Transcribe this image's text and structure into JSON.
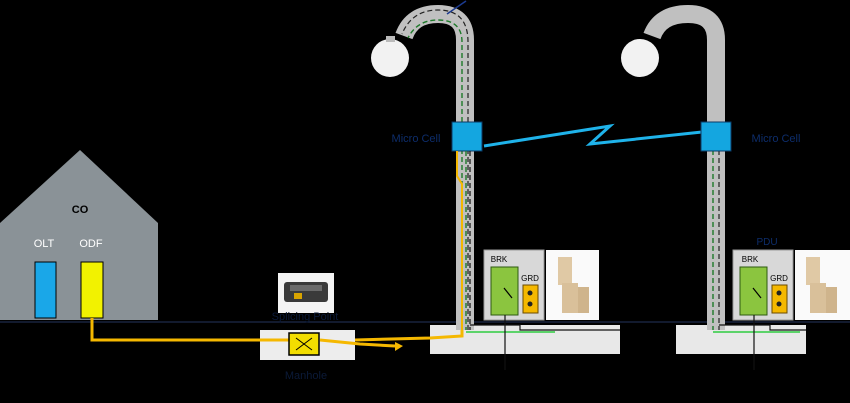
{
  "co": {
    "title": "CO",
    "olt_label": "OLT",
    "odf_label": "ODF"
  },
  "splicing_point": {
    "label": "Splicing Point"
  },
  "manhole": {
    "label": "Manhole"
  },
  "micro_cell_left": {
    "label": "Micro Cell"
  },
  "micro_cell_right": {
    "label": "Micro Cell"
  },
  "pdu_right": {
    "label": "PDU"
  },
  "breaker_left": {
    "label": "BRK"
  },
  "ground_left": {
    "label": "GRD"
  },
  "breaker_right": {
    "label": "BRK"
  },
  "ground_right": {
    "label": "GRD"
  },
  "colors": {
    "fiber": "#f5b800",
    "odf": "#f2f200",
    "olt": "#1aa7e8",
    "microcell": "#14a6e0",
    "wireless": "#1fb3ea",
    "pole": "#c0c0c0",
    "house": "#8a9297",
    "breaker": "#8bc53f",
    "ground_cable": "#2ecc40",
    "label_blue": "#0d2d6b"
  }
}
